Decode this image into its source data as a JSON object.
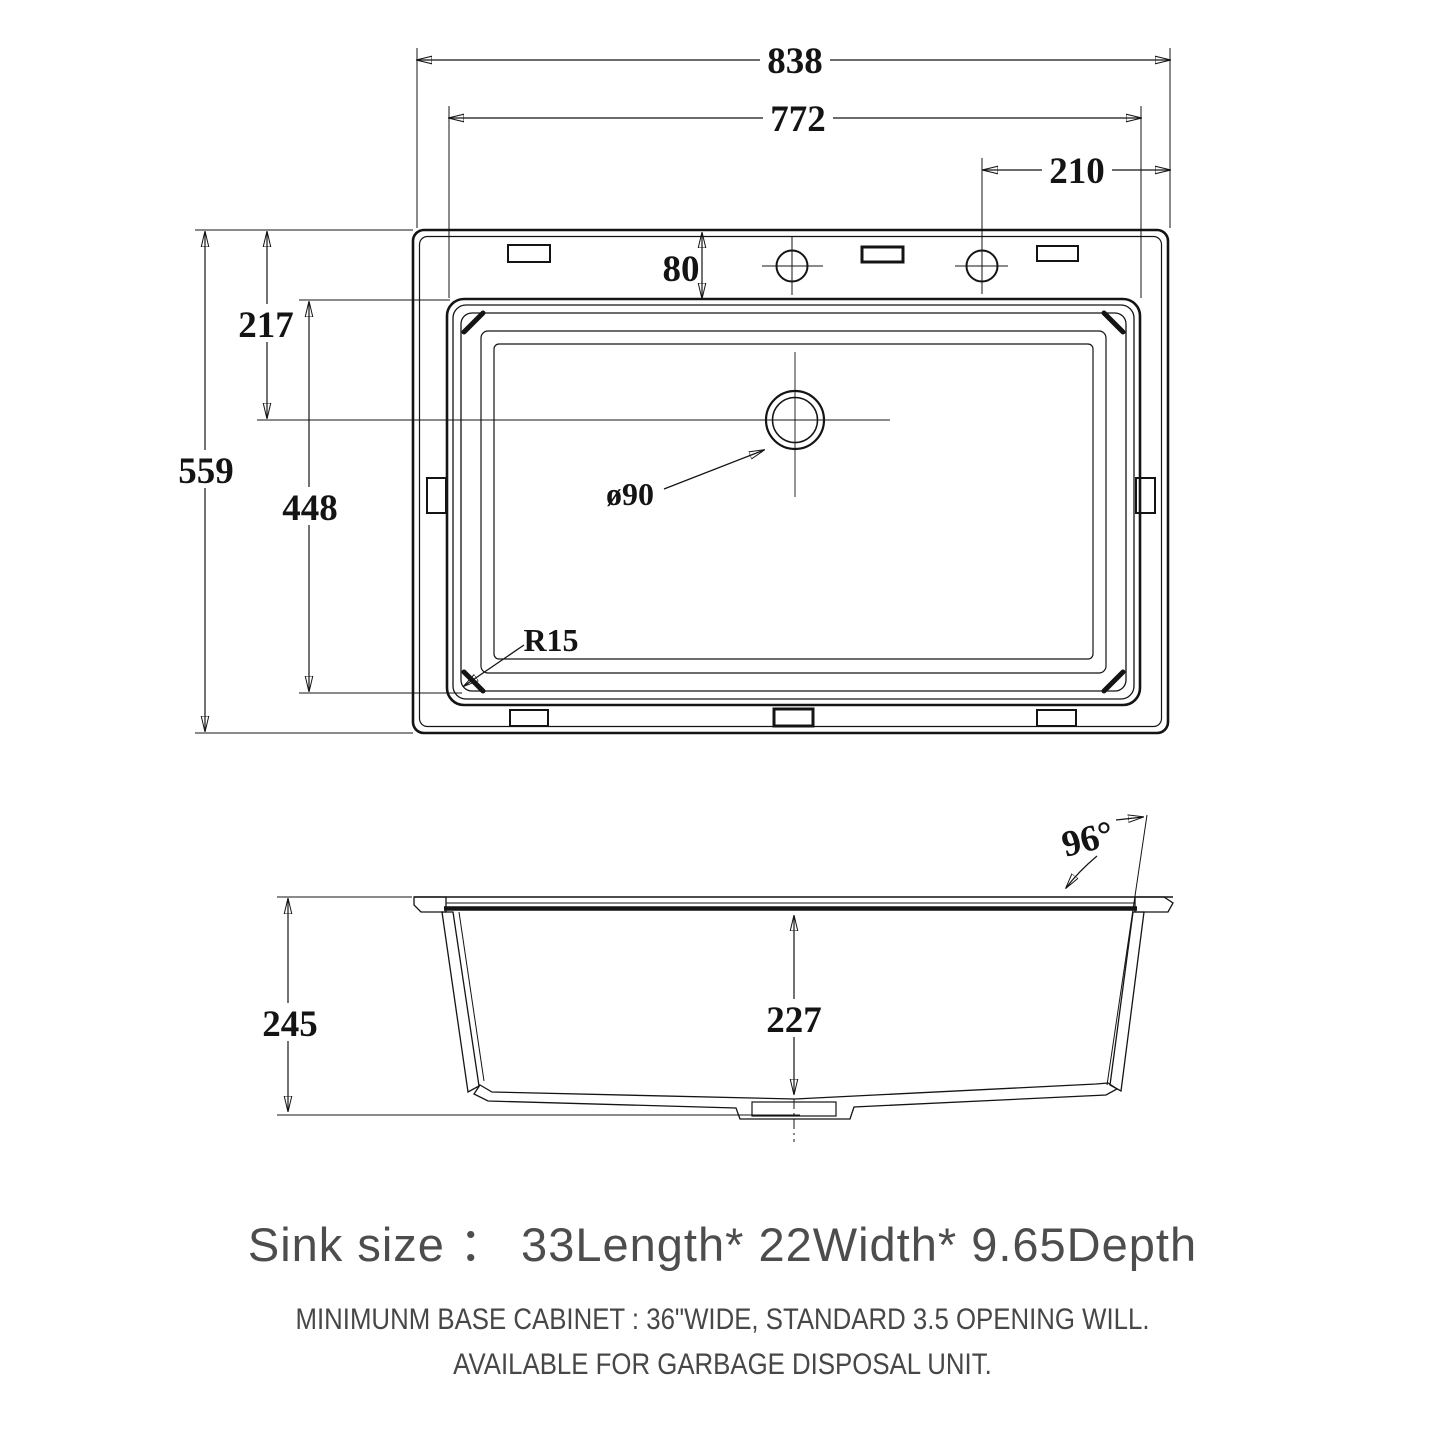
{
  "top_view": {
    "dimensions": {
      "overall_width": "838",
      "inner_width": "772",
      "hole_offset": "210",
      "overall_depth": "559",
      "top_to_drain": "217",
      "basin_length": "448",
      "deck_gap": "80",
      "drain_diameter": "ø90",
      "corner_radius": "R15"
    }
  },
  "side_view": {
    "dimensions": {
      "overall_height": "245",
      "inner_depth": "227",
      "wall_angle": "96°"
    }
  },
  "footer": {
    "size_line": "Sink size ： 33Length* 22Width* 9.65Depth",
    "cabinet_note": "MINIMUNM BASE CABINET : 36\"WIDE,  STANDARD 3.5 OPENING WILL.",
    "disposal_note": "AVAILABLE FOR GARBAGE DISPOSAL UNIT."
  },
  "colors": {
    "line": "#141414",
    "note_text": "#4d4d4d"
  }
}
